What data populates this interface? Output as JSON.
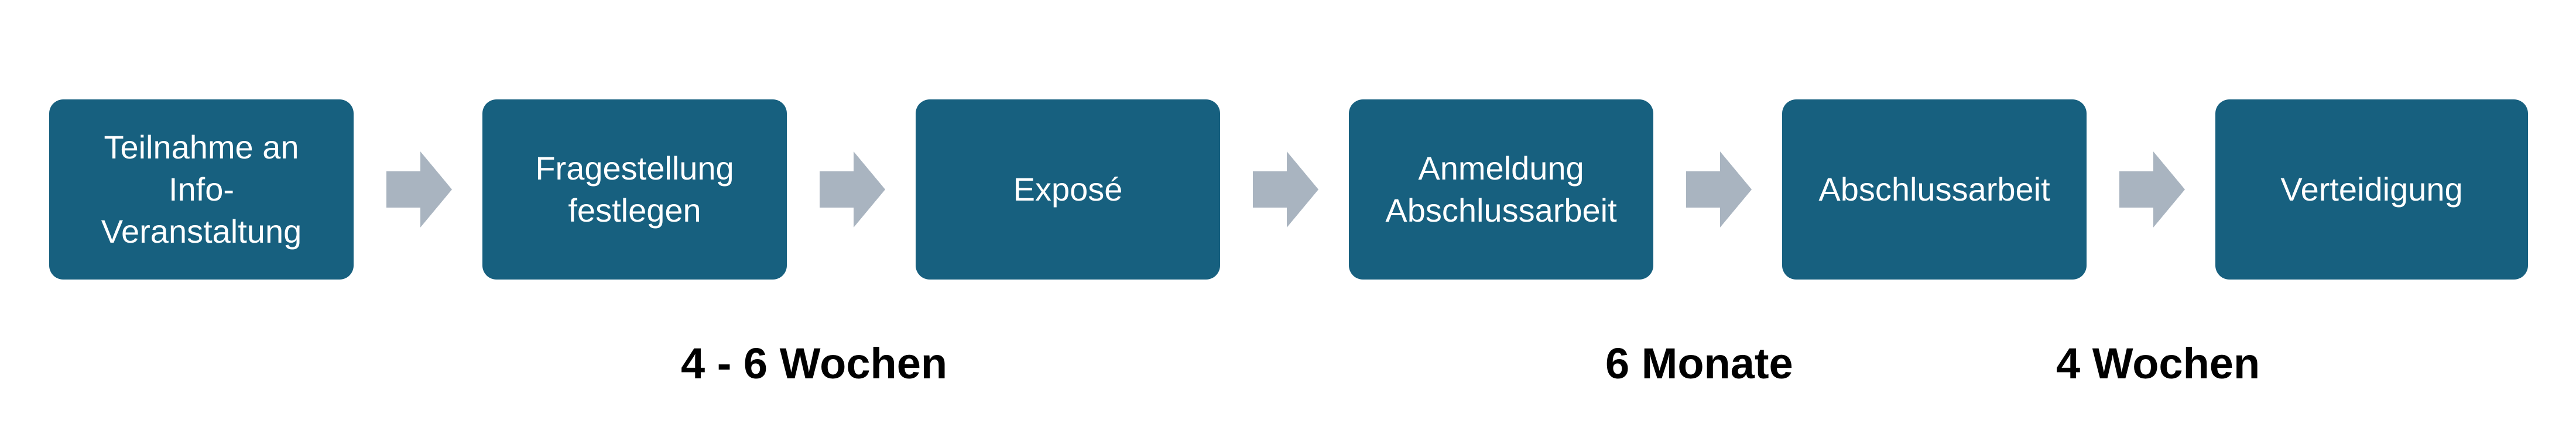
{
  "steps": [
    {
      "lines": [
        "Teilnahme an",
        "Info-",
        "Veranstaltung"
      ]
    },
    {
      "lines": [
        "Fragestellung",
        "festlegen"
      ]
    },
    {
      "lines": [
        "Exposé"
      ]
    },
    {
      "lines": [
        "Anmeldung",
        "Abschlussarbeit"
      ]
    },
    {
      "lines": [
        "Abschlussarbeit"
      ]
    },
    {
      "lines": [
        "Verteidigung"
      ]
    }
  ],
  "durations": {
    "first": "4 - 6 Wochen",
    "second": "6 Monate",
    "third": "4 Wochen"
  },
  "colors": {
    "box": "#17607f",
    "arrow": "#a9b4c0",
    "box_text": "#ffffff",
    "duration_text": "#000000"
  },
  "icons": {
    "arrow": "arrow-right-icon"
  }
}
